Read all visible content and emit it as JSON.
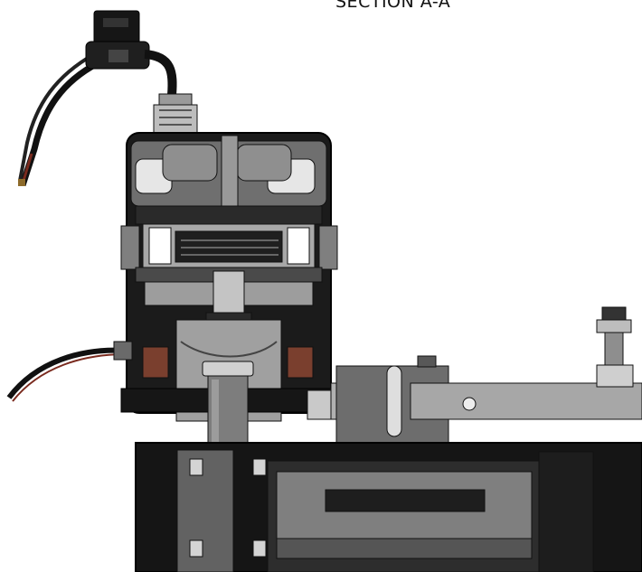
{
  "drawing": {
    "section_label": "SECTION A-A"
  },
  "colors": {
    "housing_dark": "#1b1b1b",
    "cover_grey": "#6f6f6f",
    "steel_light": "#b8b8b8",
    "steel_mid": "#8a8a8a",
    "copper_brown": "#7a3f2e",
    "outline": "#0a0a0a"
  },
  "parts": [
    {
      "name": "cable-gland",
      "icon": "gland-icon"
    },
    {
      "name": "connector-head",
      "icon": "connector-icon"
    },
    {
      "name": "motor-housing",
      "icon": "housing-icon"
    },
    {
      "name": "output-shaft",
      "icon": "shaft-icon"
    },
    {
      "name": "lever-arm",
      "icon": "arm-icon"
    },
    {
      "name": "stud-bolt",
      "icon": "bolt-icon"
    },
    {
      "name": "base-frame",
      "icon": "frame-icon"
    }
  ]
}
